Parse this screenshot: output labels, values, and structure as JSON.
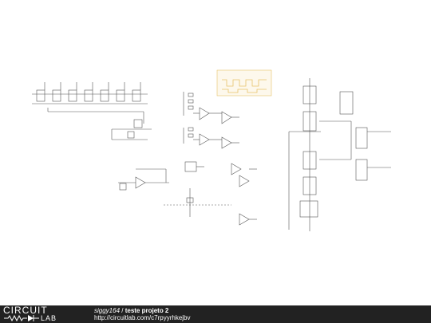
{
  "footer": {
    "logo_top": "CIRCUIT",
    "logo_bottom": "LAB",
    "author": "siggy164",
    "separator": " / ",
    "title": "teste projeto 2",
    "url": "http://circuitlab.com/c7rpyyrhkejbv"
  },
  "schematic": {
    "waveform_color": "#e8c36a",
    "wire_color": "#555555"
  }
}
